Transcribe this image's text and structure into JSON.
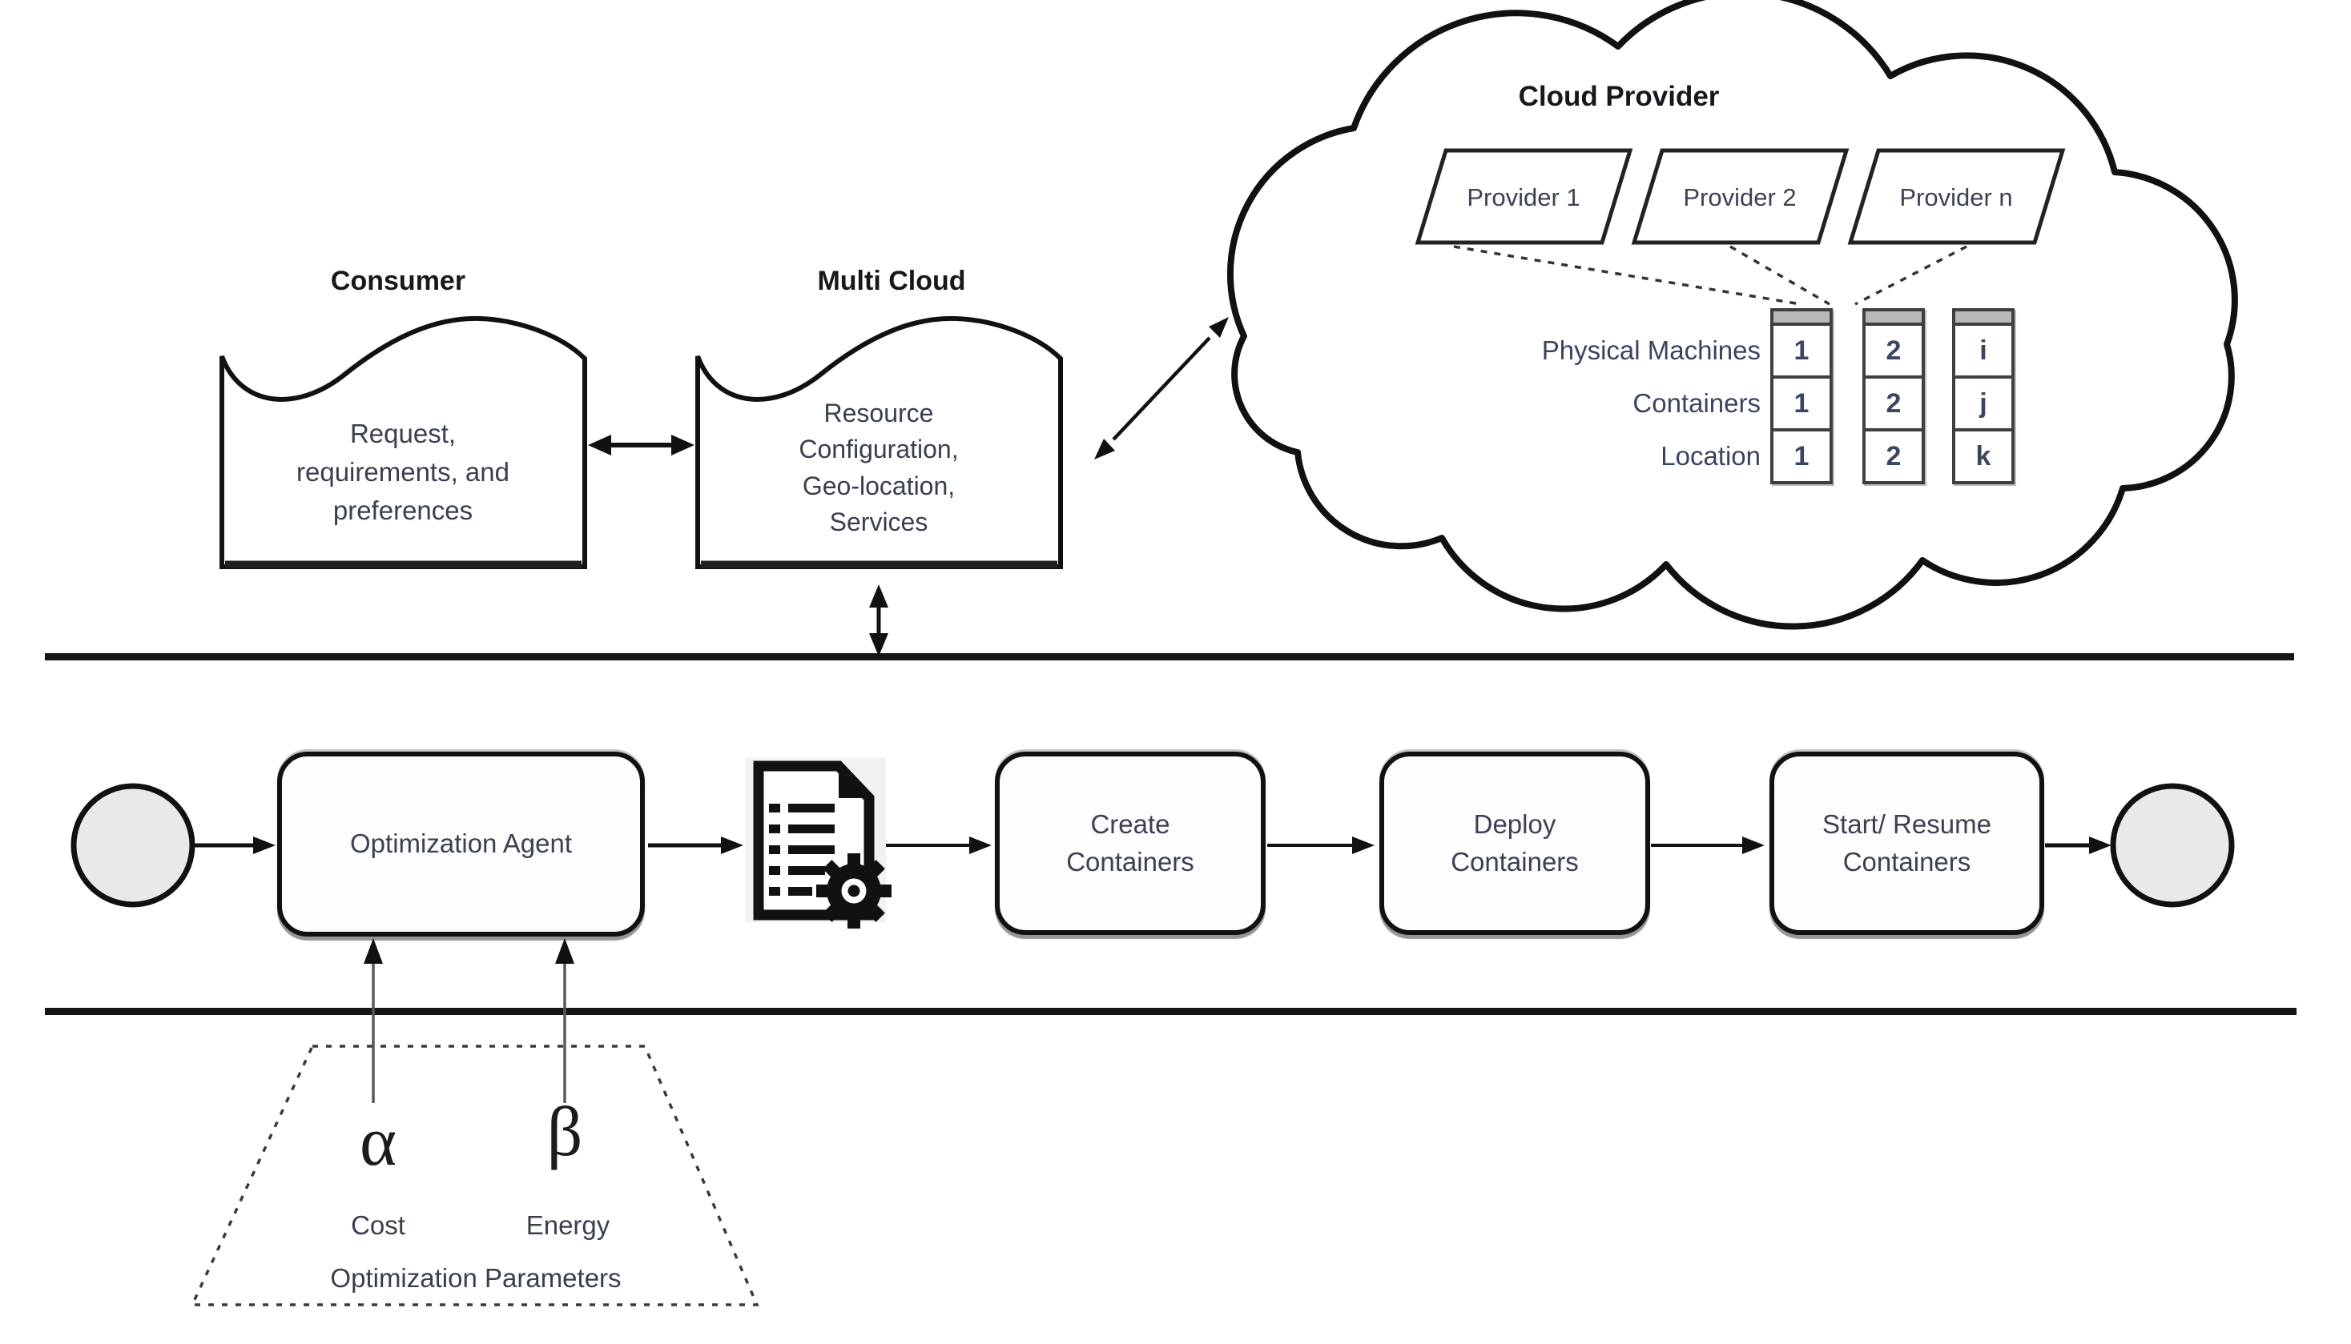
{
  "diagram": {
    "consumer": {
      "title": "Consumer",
      "body": "Request,\nrequirements, and\npreferences"
    },
    "multi_cloud": {
      "title": "Multi Cloud",
      "body": "Resource\nConfiguration,\nGeo-location,\nServices"
    },
    "cloud_provider": {
      "title": "Cloud Provider",
      "providers": [
        "Provider 1",
        "Provider 2",
        "Provider n"
      ],
      "resource_table": {
        "row_labels": [
          "Physical Machines",
          "Containers",
          "Location"
        ],
        "columns": [
          [
            "1",
            "1",
            "1"
          ],
          [
            "2",
            "2",
            "2"
          ],
          [
            "i",
            "j",
            "k"
          ]
        ]
      }
    },
    "workflow": {
      "tasks": [
        "Optimization Agent",
        "Create\nContainers",
        "Deploy\nContainers",
        "Start/ Resume\nContainers"
      ],
      "icons": {
        "artifact": "document-gear-icon",
        "start": "start-event-circle",
        "end": "end-event-circle"
      }
    },
    "parameters": {
      "alpha_symbol": "α",
      "beta_symbol": "β",
      "alpha_label": "Cost",
      "beta_label": "Energy",
      "caption": "Optimization Parameters"
    },
    "colors": {
      "line": "#111111",
      "event_fill": "#e9e9e9",
      "icon_bg": "#f2f2f2",
      "text": "#39404d"
    }
  }
}
